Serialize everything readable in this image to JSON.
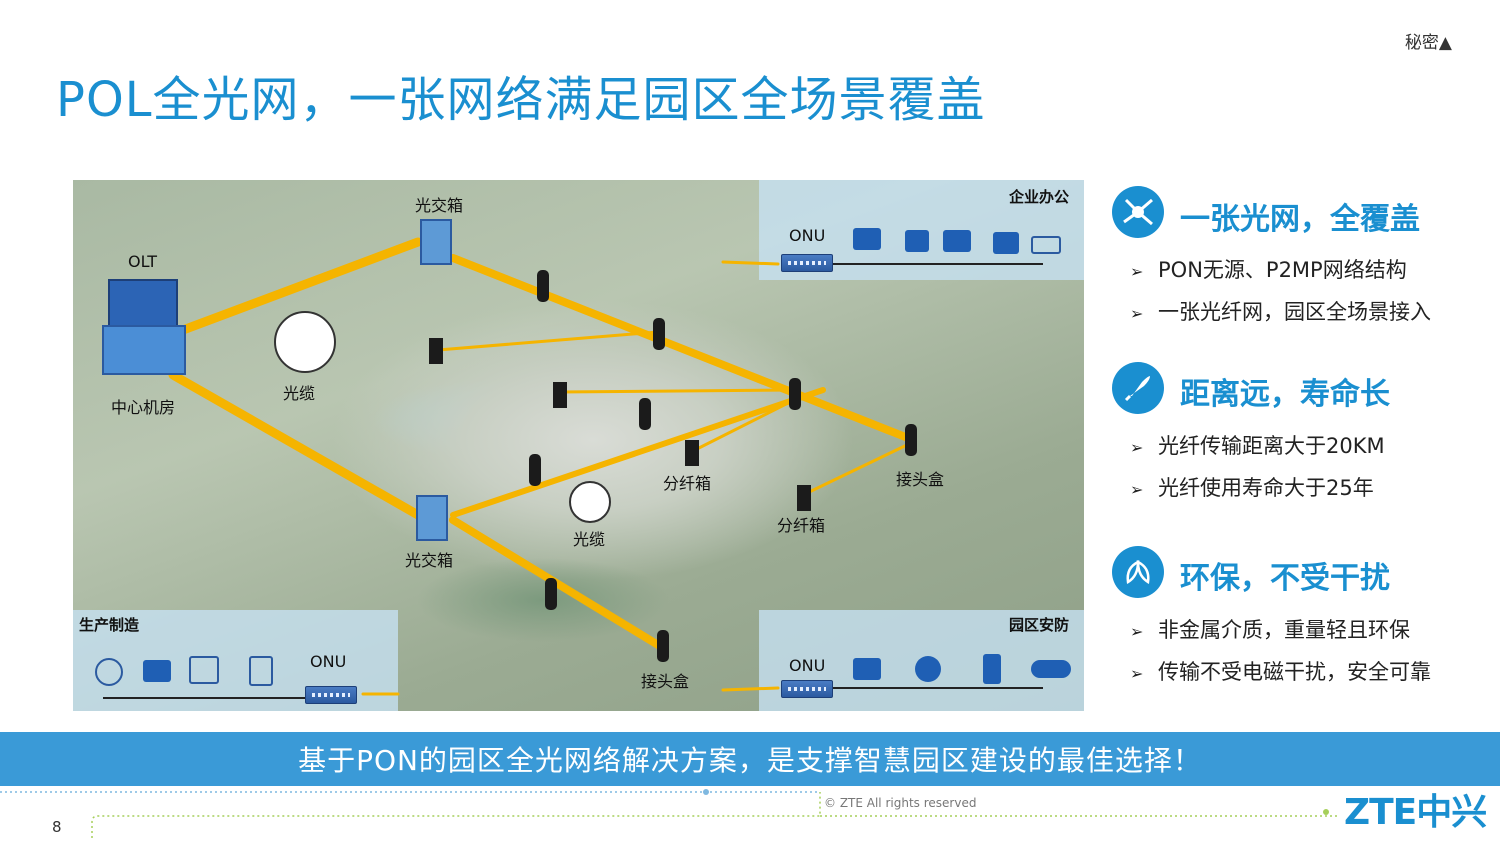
{
  "header": {
    "secret_mark": "秘密▲",
    "title": "POL全光网，一张网络满足园区全场景覆盖"
  },
  "diagram": {
    "zones": {
      "office": "企业办公",
      "manufacturing": "生产制造",
      "security": "园区安防"
    },
    "labels": {
      "olt": "OLT",
      "central_room": "中心机房",
      "cross_box": "光交箱",
      "cable": "光缆",
      "splitter": "分纤箱",
      "joint_box": "接头盒",
      "onu": "ONU"
    }
  },
  "features": [
    {
      "title": "一张光网，全覆盖",
      "icon": "network-hub-icon",
      "bullets": [
        "PON无源、P2MP网络结构",
        "一张光纤网，园区全场景接入"
      ]
    },
    {
      "title": "距离远，寿命长",
      "icon": "rocket-icon",
      "bullets": [
        "光纤传输距离大于20KM",
        "光纤使用寿命大于25年"
      ]
    },
    {
      "title": "环保，不受干扰",
      "icon": "leaf-icon",
      "bullets": [
        "非金属介质，重量轻且环保",
        "传输不受电磁干扰，安全可靠"
      ]
    }
  ],
  "banner": {
    "text": "基于PON的园区全光网络解决方案，是支撑智慧园区建设的最佳选择！"
  },
  "footer": {
    "copyright": "© ZTE All rights reserved",
    "page_number": "8",
    "logo": "ZTE中兴"
  },
  "colors": {
    "accent": "#1a8fd0",
    "fiber": "#f5b400",
    "banner": "#3a9ad7"
  }
}
